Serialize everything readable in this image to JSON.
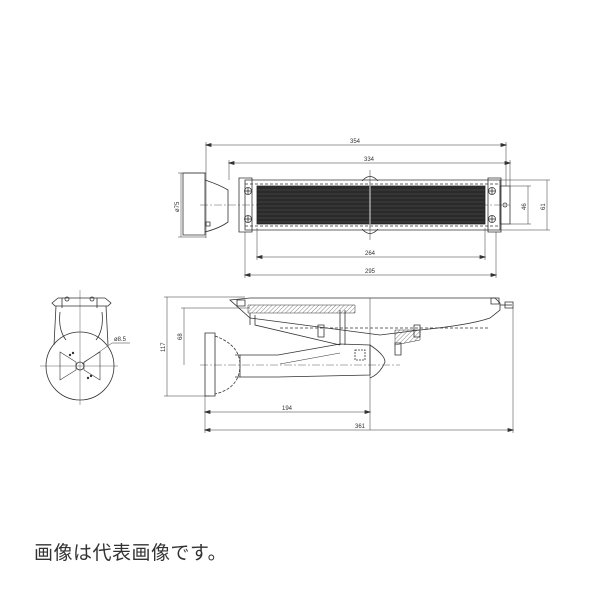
{
  "caption": "画像は代表画像です。",
  "drawing": {
    "top_view": {
      "dimensions": {
        "overall_length": "354",
        "inner_length": "334",
        "grate_length": "264",
        "body_length": "295",
        "flange_diameter": "ø75",
        "grate_width": "46",
        "body_width": "61"
      }
    },
    "side_view": {
      "dimensions": {
        "height": "117",
        "outlet_height": "68",
        "outlet_to_center": "194",
        "overall_length": "361"
      }
    },
    "end_view": {
      "dimensions": {
        "hole_diameter": "ø8.5"
      }
    }
  }
}
